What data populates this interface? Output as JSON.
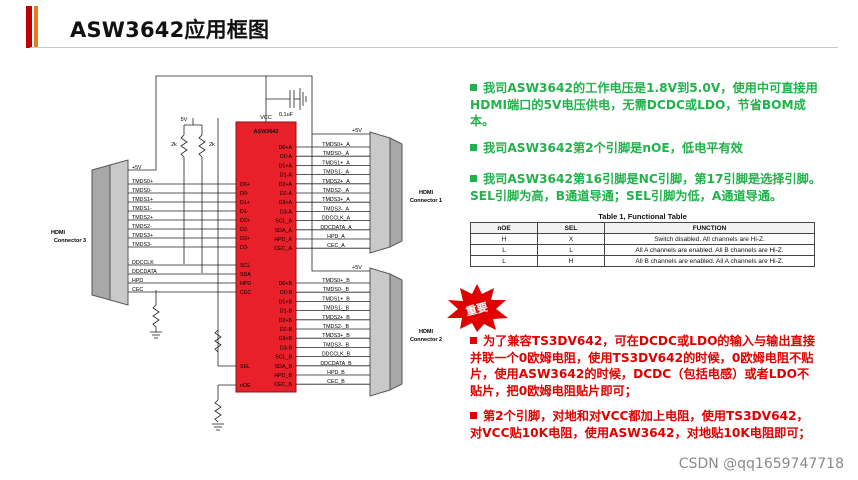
{
  "title": "ASW3642应用框图",
  "chip": {
    "vcc": "VCC",
    "name": "ASW3642",
    "left_pins": [
      "D0+",
      "D0-",
      "D1+",
      "D1-",
      "D2+",
      "D2-",
      "D3+",
      "D3-",
      "SCL",
      "SDA",
      "HPD",
      "CEC",
      "SEL",
      "nOE"
    ],
    "right_pins_a": [
      "D0+A",
      "D0-A",
      "D1+A",
      "D1-A",
      "D2+A",
      "D2-A",
      "D3+A",
      "D3-A",
      "SCL_A",
      "SDA_A",
      "HPD_A",
      "CEC_A"
    ],
    "right_pins_b": [
      "D0+B",
      "D0-B",
      "D1+B",
      "D1-B",
      "D2+B",
      "D2-B",
      "D3+B",
      "D3-B",
      "SCL_B",
      "SDA_B",
      "HPD_B",
      "CEC_B"
    ]
  },
  "connector3": {
    "label_line1": "HDMI",
    "label_line2": "Connector 3",
    "signals": [
      "+5V",
      "TMDS0+",
      "TMDS0-",
      "TMDS1+",
      "TMDS1-",
      "TMDS2+",
      "TMDS2-",
      "TMDS3+",
      "TMDS3-"
    ],
    "ctrl_signals": [
      "DDCCLK",
      "DDCDATA",
      "HPD",
      "CEC"
    ]
  },
  "connector1": {
    "label_line1": "HDMI",
    "label_line2": "Connector 1",
    "power": "+5V",
    "signals": [
      "TMDS0+_A",
      "TMDS0-_A",
      "TMDS1+_A",
      "TMDS1-_A",
      "TMDS2+_A",
      "TMDS2-_A",
      "TMDS3+_A",
      "TMDS3-_A",
      "DDCCLK_A",
      "DDCDATA_A",
      "HPD_A",
      "CEC_A"
    ]
  },
  "connector2": {
    "label_line1": "HDMI",
    "label_line2": "Connector 2",
    "power": "+5V",
    "signals": [
      "TMDS0+_B",
      "TMDS0-_B",
      "TMDS1+_B",
      "TMDS1-_B",
      "TMDS2+_B",
      "TMDS2-_B",
      "TMDS3+_B",
      "TMDS3-_B",
      "DDCCLK_B",
      "DDCDATA_B",
      "HPD_B",
      "CEC_B"
    ]
  },
  "pullups": {
    "supply": "5V",
    "r1": "2k",
    "r2": "2k"
  },
  "capacitor": {
    "value": "0.1uF"
  },
  "bullets": {
    "b1_l1": "我司ASW3642的工作电压是1.8V到5.0V，使用中可直接用",
    "b1_l2": "HDMI端口的5V电压供电，无需DCDC或LDO，节省BOM成",
    "b1_l3": "本。",
    "b2_l1": "我司ASW3642第2个引脚是nOE，低电平有效",
    "b3_l1": "我司ASW3642第16引脚是NC引脚，第17引脚是选择引脚。",
    "b3_l2": "SEL引脚为高，B通道导通；SEL引脚为低，A通道导通。",
    "r1_l1": "为了兼容TS3DV642，可在DCDC或LDO的输入与输出直接",
    "r1_l2": "并联一个0欧姆电阻，使用TS3DV642的时候，0欧姆电阻不贴",
    "r1_l3": "片，使用ASW3642的时候，DCDC（包括电感）或者LDO不",
    "r1_l4": "贴片，把0欧姆电阻贴片即可；",
    "r2_l1": "第2个引脚，对地和对VCC都加上电阻，使用TS3DV642，",
    "r2_l2": "对VCC贴10K电阻，使用ASW3642，对地贴10K电阻即可；"
  },
  "badge": {
    "text": "重要"
  },
  "function_table": {
    "title": "Table 1, Functional Table",
    "headers": [
      "nOE",
      "SEL",
      "FUNCTION"
    ],
    "rows": [
      [
        "H",
        "X",
        "Switch disabled. All channels are Hi-Z."
      ],
      [
        "L",
        "L",
        "All A channels are enabled. All B channels are Hi-Z."
      ],
      [
        "L",
        "H",
        "All B channels are enabled. All A channels are Hi-Z."
      ]
    ]
  },
  "watermark": "CSDN @qq1659747718",
  "colors": {
    "chip": "#e8202a",
    "green": "#21b24b",
    "red": "#e00000",
    "connector": "#9a9a9a"
  }
}
